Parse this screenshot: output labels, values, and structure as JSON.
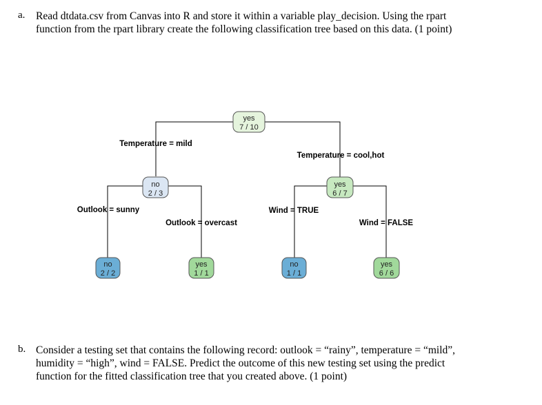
{
  "part_a": {
    "label": "a.",
    "lines": [
      "Read dtdata.csv from Canvas into R and store it within a variable play_decision. Using the rpart",
      "function from the rpart library create the following classification tree based on this data. (1 point)"
    ]
  },
  "tree": {
    "colors": {
      "no_light": "#dbe6f3",
      "yes_light": "#dff0d8",
      "no_dark": "#6baed6",
      "yes_dark": "#a1d99b"
    },
    "nodes": [
      {
        "id": "root",
        "class_label": "yes",
        "ratio": "7 / 10",
        "color": "#e5f4dd"
      },
      {
        "id": "left",
        "class_label": "no",
        "ratio": "2 / 3",
        "color": "#dbe6f3"
      },
      {
        "id": "right",
        "class_label": "yes",
        "ratio": "6 / 7",
        "color": "#c7e9c0"
      },
      {
        "id": "ll",
        "class_label": "no",
        "ratio": "2 / 2",
        "color": "#6baed6"
      },
      {
        "id": "lr",
        "class_label": "yes",
        "ratio": "1 / 1",
        "color": "#a1d99b"
      },
      {
        "id": "rl",
        "class_label": "no",
        "ratio": "1 / 1",
        "color": "#6baed6"
      },
      {
        "id": "rr",
        "class_label": "yes",
        "ratio": "6 / 6",
        "color": "#a1d99b"
      }
    ],
    "splits": {
      "root_left": "Temperature = mild",
      "root_right": "Temperature = cool,hot",
      "left_left": "Outlook = sunny",
      "left_right": "Outlook = overcast",
      "right_left": "Wind = TRUE",
      "right_right": "Wind = FALSE"
    }
  },
  "part_b": {
    "label": "b.",
    "lines": [
      "Consider a testing set that contains the following record: outlook = “rainy”, temperature = “mild”,",
      "humidity = “high”, wind = FALSE. Predict the outcome of this new testing set using the predict",
      "function for the fitted classification tree that you created above. (1 point)"
    ]
  }
}
